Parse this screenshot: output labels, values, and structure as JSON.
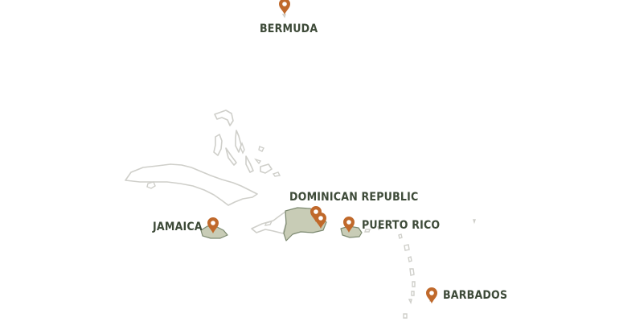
{
  "colors": {
    "pin": "#c0692b",
    "pin_center": "#ffffff",
    "label_text": "#3d4a38",
    "land_outline": "#cfcfca",
    "highlight_fill": "#c8ccb6",
    "highlight_stroke": "#7c8970"
  },
  "locations": [
    {
      "id": "bermuda",
      "name": "BERMUDA",
      "icon": "map-pin-icon"
    },
    {
      "id": "dominican-republic",
      "name": "DOMINICAN REPUBLIC",
      "icon": "map-pin-icon"
    },
    {
      "id": "jamaica",
      "name": "JAMAICA",
      "icon": "map-pin-icon"
    },
    {
      "id": "puerto-rico",
      "name": "PUERTO RICO",
      "icon": "map-pin-icon"
    },
    {
      "id": "barbados",
      "name": "BARBADOS",
      "icon": "map-pin-icon"
    }
  ]
}
